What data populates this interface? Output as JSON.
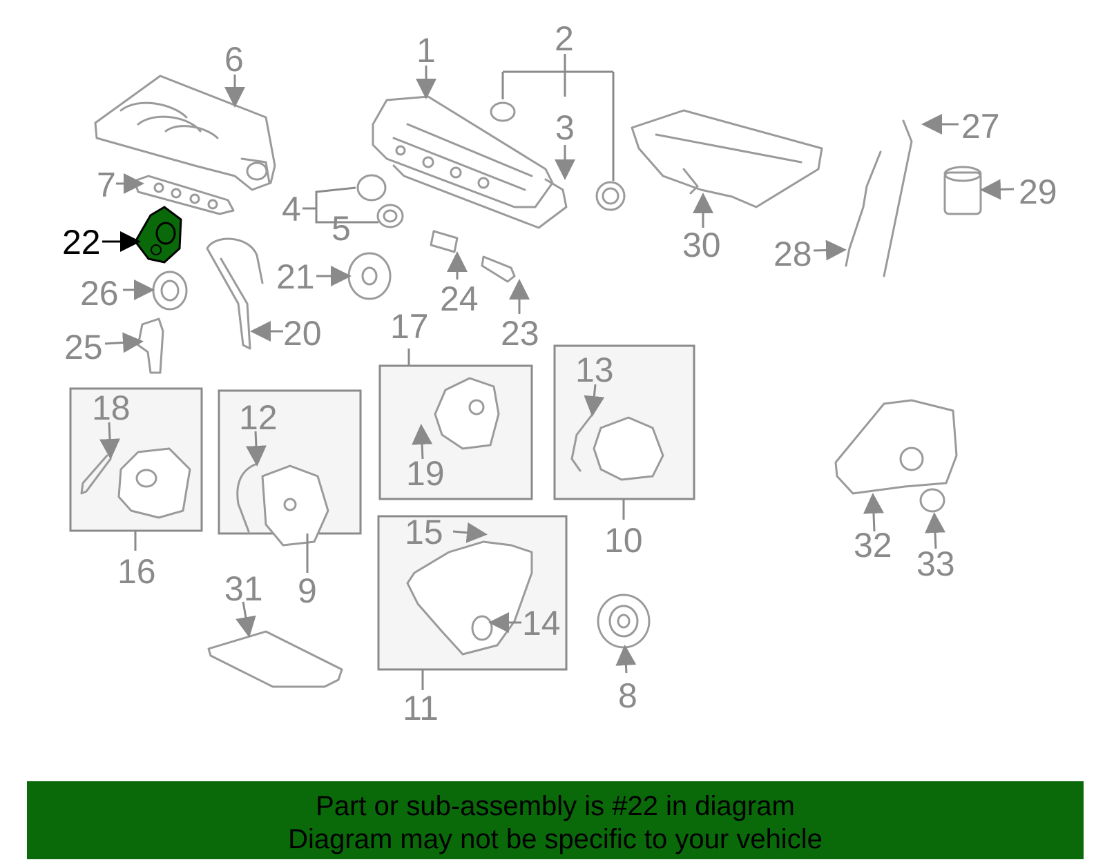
{
  "highlight_color": "#0a6a0a",
  "highlighted_part": "22",
  "banner": {
    "line1": "Part or sub-assembly is #22 in diagram",
    "line2": "Diagram may not be specific to your vehicle"
  },
  "callouts": {
    "c1": "1",
    "c2": "2",
    "c3": "3",
    "c4": "4",
    "c5": "5",
    "c6": "6",
    "c7": "7",
    "c8": "8",
    "c9": "9",
    "c10": "10",
    "c11": "11",
    "c12": "12",
    "c13": "13",
    "c14": "14",
    "c15": "15",
    "c16": "16",
    "c17": "17",
    "c18": "18",
    "c19": "19",
    "c20": "20",
    "c21": "21",
    "c22": "22",
    "c23": "23",
    "c24": "24",
    "c25": "25",
    "c26": "26",
    "c27": "27",
    "c28": "28",
    "c29": "29",
    "c30": "30",
    "c31": "31",
    "c32": "32",
    "c33": "33"
  }
}
